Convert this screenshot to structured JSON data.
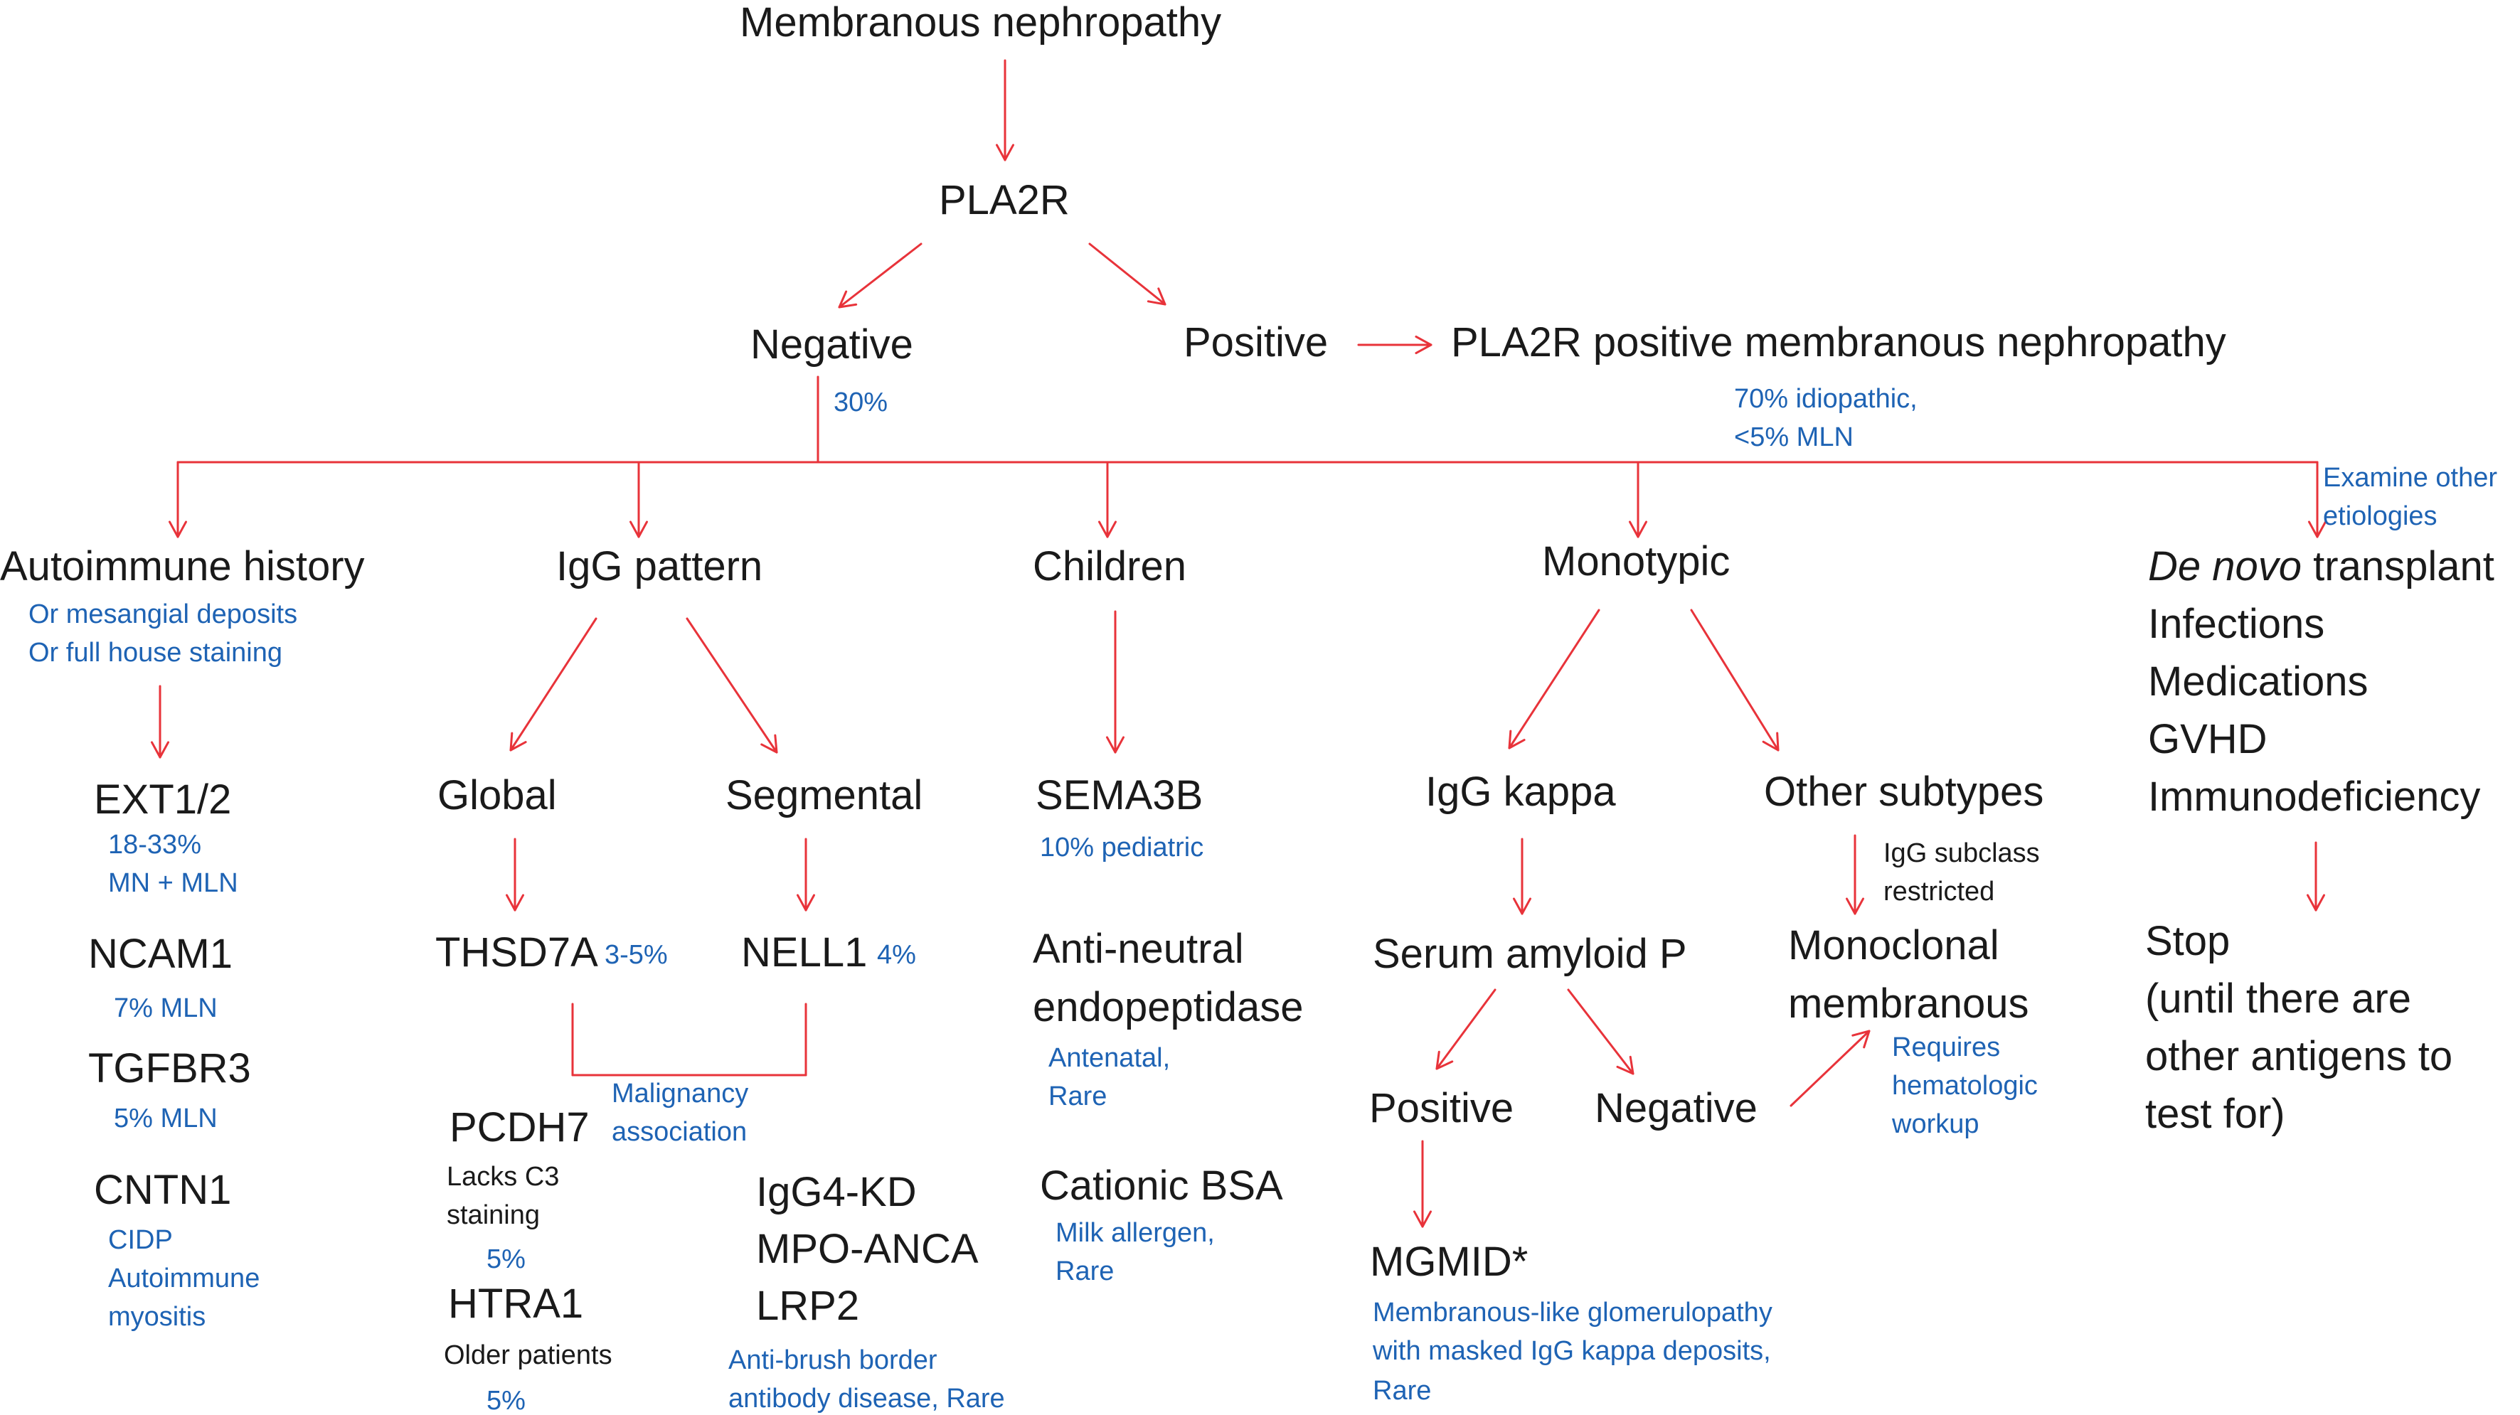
{
  "root": {
    "title": "Membranous nephropathy",
    "pla2r": "PLA2R"
  },
  "pla2r_branch": {
    "negative": "Negative",
    "negative_pct": "30%",
    "positive": "Positive",
    "positive_result": "PLA2R positive membranous nephropathy",
    "positive_note_1": "70% idiopathic,",
    "positive_note_2": "<5% MLN"
  },
  "autoimmune": {
    "title": "Autoimmune history",
    "note_1": "Or mesangial deposits",
    "note_2": "Or full house staining",
    "ext": "EXT1/2",
    "ext_note_1": "18-33%",
    "ext_note_2": "MN + MLN",
    "ncam": "NCAM1",
    "ncam_note": "7% MLN",
    "tgfbr": "TGFBR3",
    "tgfbr_note": "5% MLN",
    "cntn": "CNTN1",
    "cntn_note_1": "CIDP",
    "cntn_note_2": "Autoimmune",
    "cntn_note_3": "myositis"
  },
  "igg": {
    "title": "IgG pattern",
    "global": "Global",
    "segmental": "Segmental",
    "thsd7a": "THSD7A",
    "thsd7a_pct": "3-5%",
    "nell1": "NELL1",
    "nell1_pct": "4%",
    "malignancy_1": "Malignancy",
    "malignancy_2": "association",
    "pcdh7": "PCDH7",
    "pcdh7_note_1": "Lacks C3",
    "pcdh7_note_2": "staining",
    "pcdh7_pct": "5%",
    "htra1": "HTRA1",
    "htra1_note": "Older patients",
    "htra1_pct": "5%",
    "igg4": "IgG4-KD",
    "mpo": "MPO-ANCA",
    "lrp2": "LRP2",
    "lrp2_note_1": "Anti-brush border",
    "lrp2_note_2": "antibody disease, Rare"
  },
  "children": {
    "title": "Children",
    "sema": "SEMA3B",
    "sema_note": "10% pediatric",
    "nep_1": "Anti-neutral",
    "nep_2": "endopeptidase",
    "nep_note_1": "Antenatal,",
    "nep_note_2": "Rare",
    "bsa": "Cationic BSA",
    "bsa_note_1": "Milk allergen,",
    "bsa_note_2": "Rare"
  },
  "monotypic": {
    "title": "Monotypic",
    "kappa": "IgG kappa",
    "other": "Other subtypes",
    "subclass_1": "IgG subclass",
    "subclass_2": "restricted",
    "sap": "Serum amyloid P",
    "positive": "Positive",
    "negative": "Negative",
    "monoclonal_1": "Monoclonal",
    "monoclonal_2": "membranous",
    "workup_1": "Requires",
    "workup_2": "hematologic",
    "workup_3": "workup",
    "mgmid": "MGMID*",
    "mgmid_note_1": "Membranous-like glomerulopathy",
    "mgmid_note_2": "with masked IgG kappa deposits,",
    "mgmid_note_3": "Rare"
  },
  "other": {
    "examine_1": "Examine other",
    "examine_2": "etiologies",
    "de_novo": "De novo",
    "transplant": " transplant",
    "infections": "Infections",
    "medications": "Medications",
    "gvhd": "GVHD",
    "immunodeficiency": "Immunodeficiency",
    "stop_1": "Stop",
    "stop_2": "(until there are",
    "stop_3": "other antigens to",
    "stop_4": "test for)"
  },
  "colors": {
    "arrow": "#e8333a",
    "note_text": "#1e63b4",
    "main_text": "#1a1a1a"
  }
}
